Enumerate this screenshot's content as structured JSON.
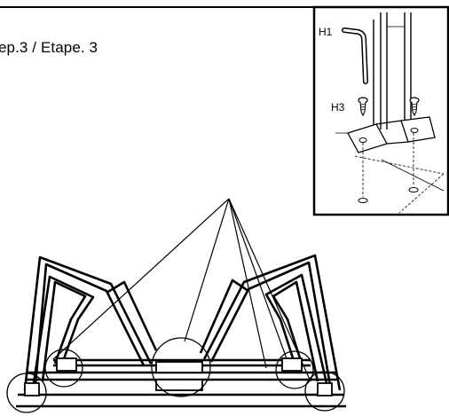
{
  "diagram": {
    "step_label": "ep.3 / Etape. 3",
    "inset": {
      "label_h1": "H1",
      "label_h3": "H3"
    },
    "line_color": "#000000",
    "background": "#ffffff"
  }
}
